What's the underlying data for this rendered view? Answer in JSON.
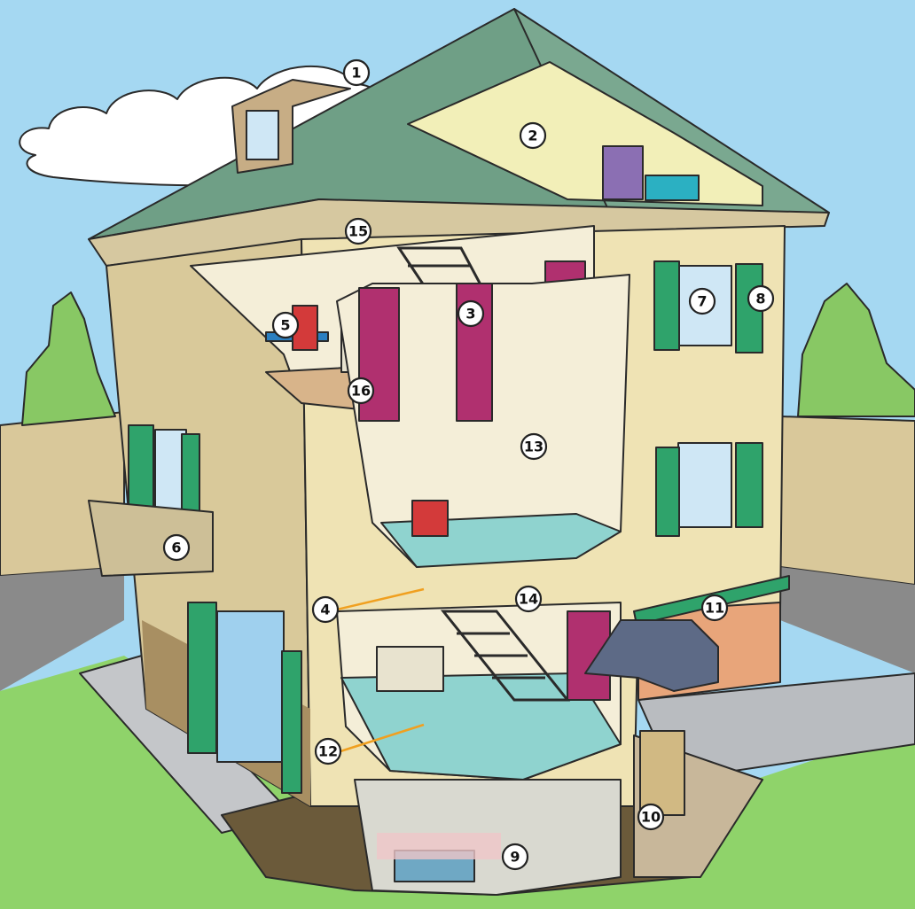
{
  "scene": {
    "colors": {
      "sky": "#a5d8f2",
      "roof": "#6f9f86",
      "wall": "#efe3b4",
      "wall_shadow": "#d9c99a",
      "shutters": "#2fa36b",
      "floor_tiles": "#8fd3cf",
      "doors": "#b0306f",
      "car": "#5d6a86",
      "grass": "#8fd36a",
      "leader_lines": "#f0a020"
    }
  },
  "markers": [
    {
      "id": "m1",
      "number": "1",
      "part": "roof"
    },
    {
      "id": "m2",
      "number": "2",
      "part": "roof-insulation"
    },
    {
      "id": "m3",
      "number": "3",
      "part": "attic-staircase"
    },
    {
      "id": "m4",
      "number": "4",
      "part": "intermediate-floor"
    },
    {
      "id": "m5",
      "number": "5",
      "part": "attic-office"
    },
    {
      "id": "m6",
      "number": "6",
      "part": "balcony"
    },
    {
      "id": "m7",
      "number": "7",
      "part": "window"
    },
    {
      "id": "m8",
      "number": "8",
      "part": "shutter"
    },
    {
      "id": "m9",
      "number": "9",
      "part": "basement-room"
    },
    {
      "id": "m10",
      "number": "10",
      "part": "cellar-storage"
    },
    {
      "id": "m11",
      "number": "11",
      "part": "garage"
    },
    {
      "id": "m12",
      "number": "12",
      "part": "ground-floor-slab"
    },
    {
      "id": "m13",
      "number": "13",
      "part": "second-floor-wall"
    },
    {
      "id": "m14",
      "number": "14",
      "part": "first-floor-slab"
    },
    {
      "id": "m15",
      "number": "15",
      "part": "attic-ceiling"
    },
    {
      "id": "m16",
      "number": "16",
      "part": "attic-floor"
    }
  ]
}
